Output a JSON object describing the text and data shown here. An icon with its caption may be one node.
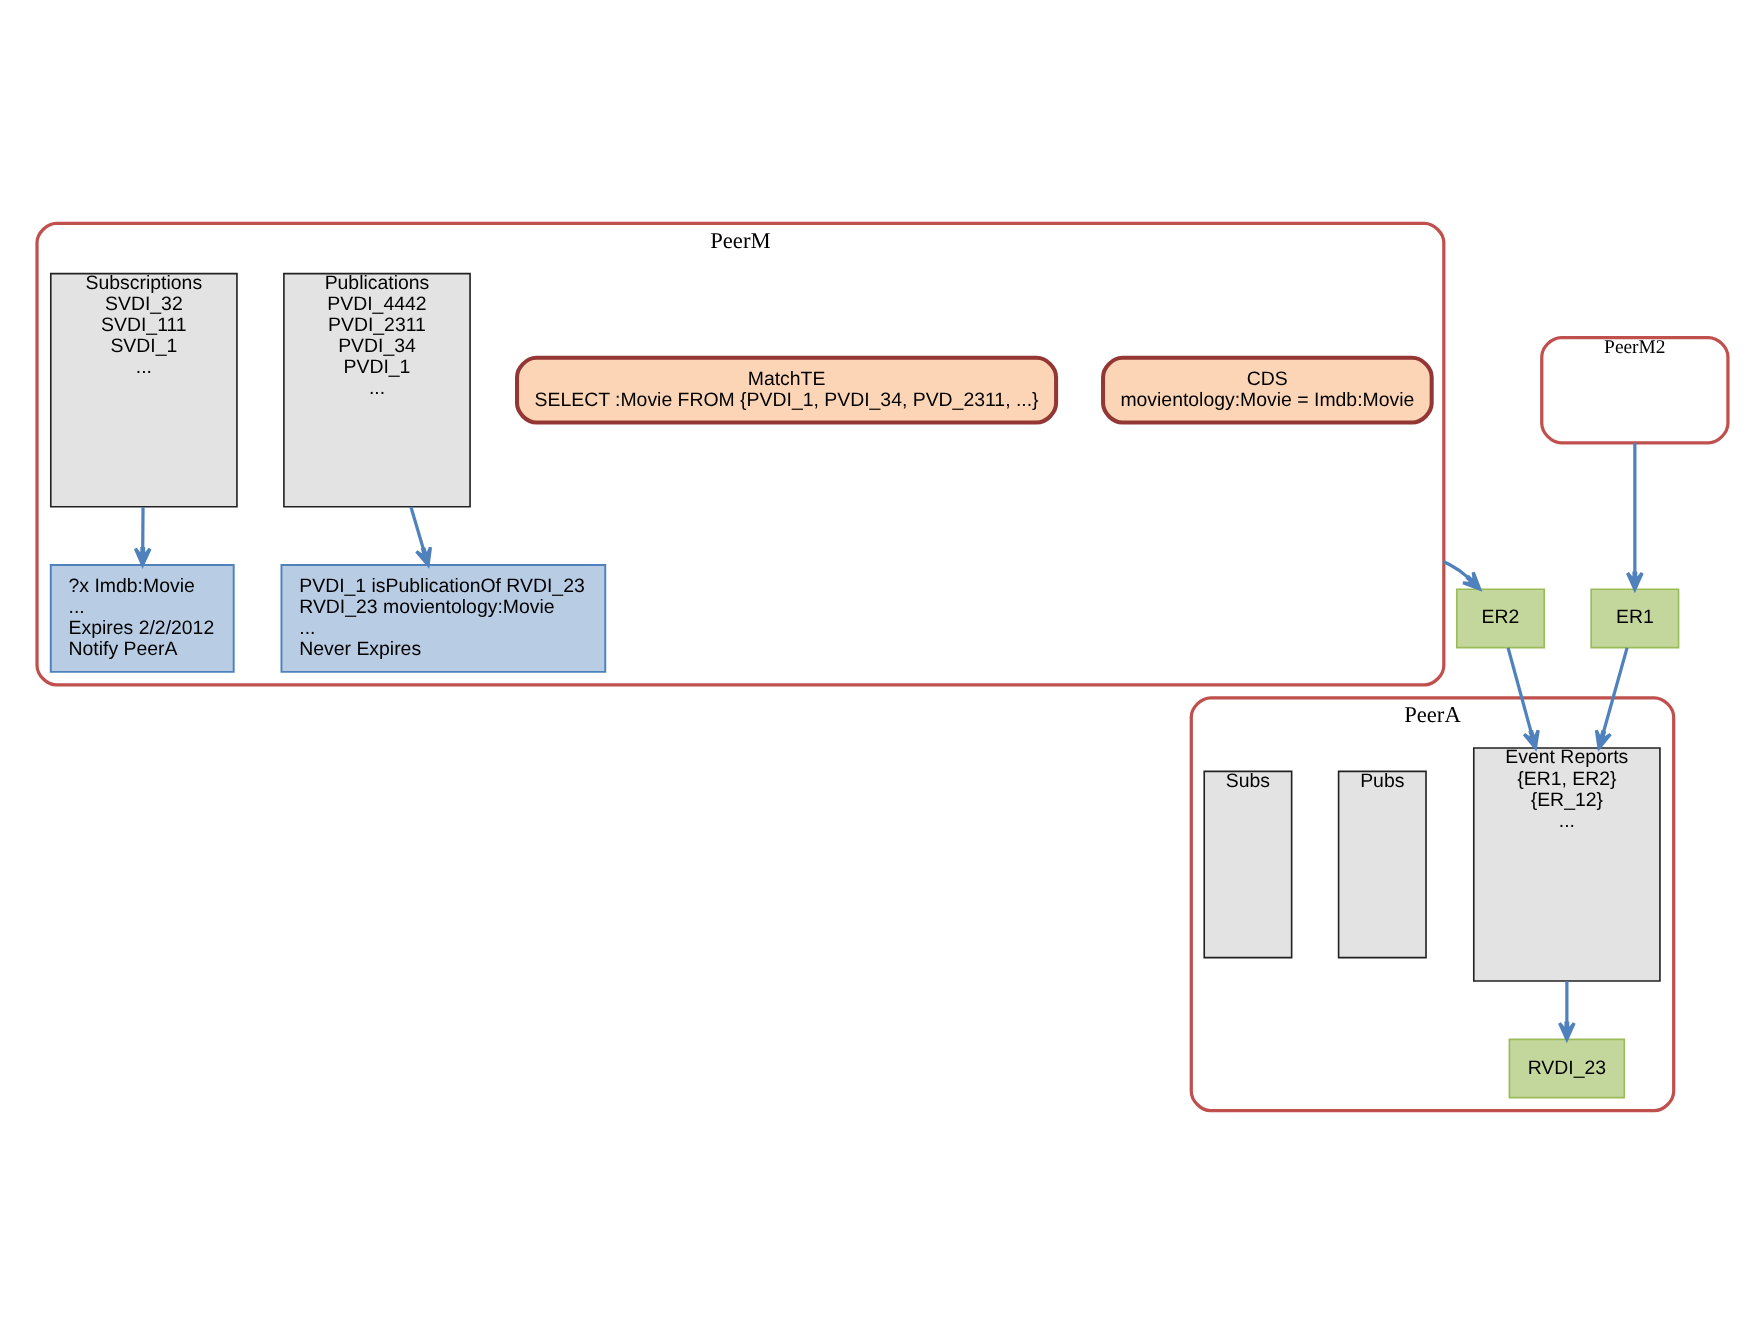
{
  "diagram": {
    "nodes": [
      {
        "text": [
          "PeerM"
        ]
      },
      {
        "text": [
          "CDS",
          "movientology:Movie = Imdb:Movie"
        ],
        "in": 0
      },
      {
        "text": [
          "Publications",
          "PVDI_4442",
          "PVDI_2311",
          "PVDI_34",
          "PVDI_1",
          "..."
        ],
        "in": 0
      },
      {
        "text": [
          "PVDI_1 isPublicationOf RVDI_23",
          "RVDI_23 movientology:Movie",
          "...",
          "Never Expires"
        ],
        "in": 0
      },
      {
        "text": [
          "Subscriptions",
          "SVDI_32",
          "SVDI_111",
          "SVDI_1",
          "..."
        ],
        "in": 0
      },
      {
        "text": [
          "?x Imdb:Movie",
          "...",
          "Expires 2/2/2012",
          "Notify PeerA"
        ],
        "in": 0
      },
      {
        "text": [
          "MatchTE",
          "SELECT :Movie FROM {PVDI_1, PVDI_34, PVD_2311, ...}"
        ],
        "in": 0
      },
      {
        "text": [
          "PeerM2"
        ]
      },
      {
        "text": [
          "ER2"
        ]
      },
      {
        "text": [
          "ER1"
        ]
      },
      {
        "text": [
          "PeerA"
        ]
      },
      {
        "text": [
          "Event Reports",
          "{ER1, ER2}",
          "{ER_12}",
          "..."
        ],
        "in": 10
      },
      {
        "text": [
          "RVDI_23"
        ],
        "in": 10
      },
      {
        "text": [
          "Pubs"
        ],
        "in": 10
      },
      {
        "text": [
          "Subs"
        ],
        "in": 10
      }
    ],
    "edges": [
      {
        "from": 2,
        "to": 3,
        "arrow": "to"
      },
      {
        "from": 4,
        "to": 5,
        "arrow": "to"
      },
      {
        "from": 0,
        "to": 8,
        "arrow": "to"
      },
      {
        "from": 8,
        "to": 11,
        "arrow": "to"
      },
      {
        "from": 7,
        "to": 9,
        "arrow": "to"
      },
      {
        "from": 9,
        "to": 11,
        "arrow": "to"
      },
      {
        "from": 11,
        "to": 12,
        "arrow": "to"
      }
    ]
  }
}
